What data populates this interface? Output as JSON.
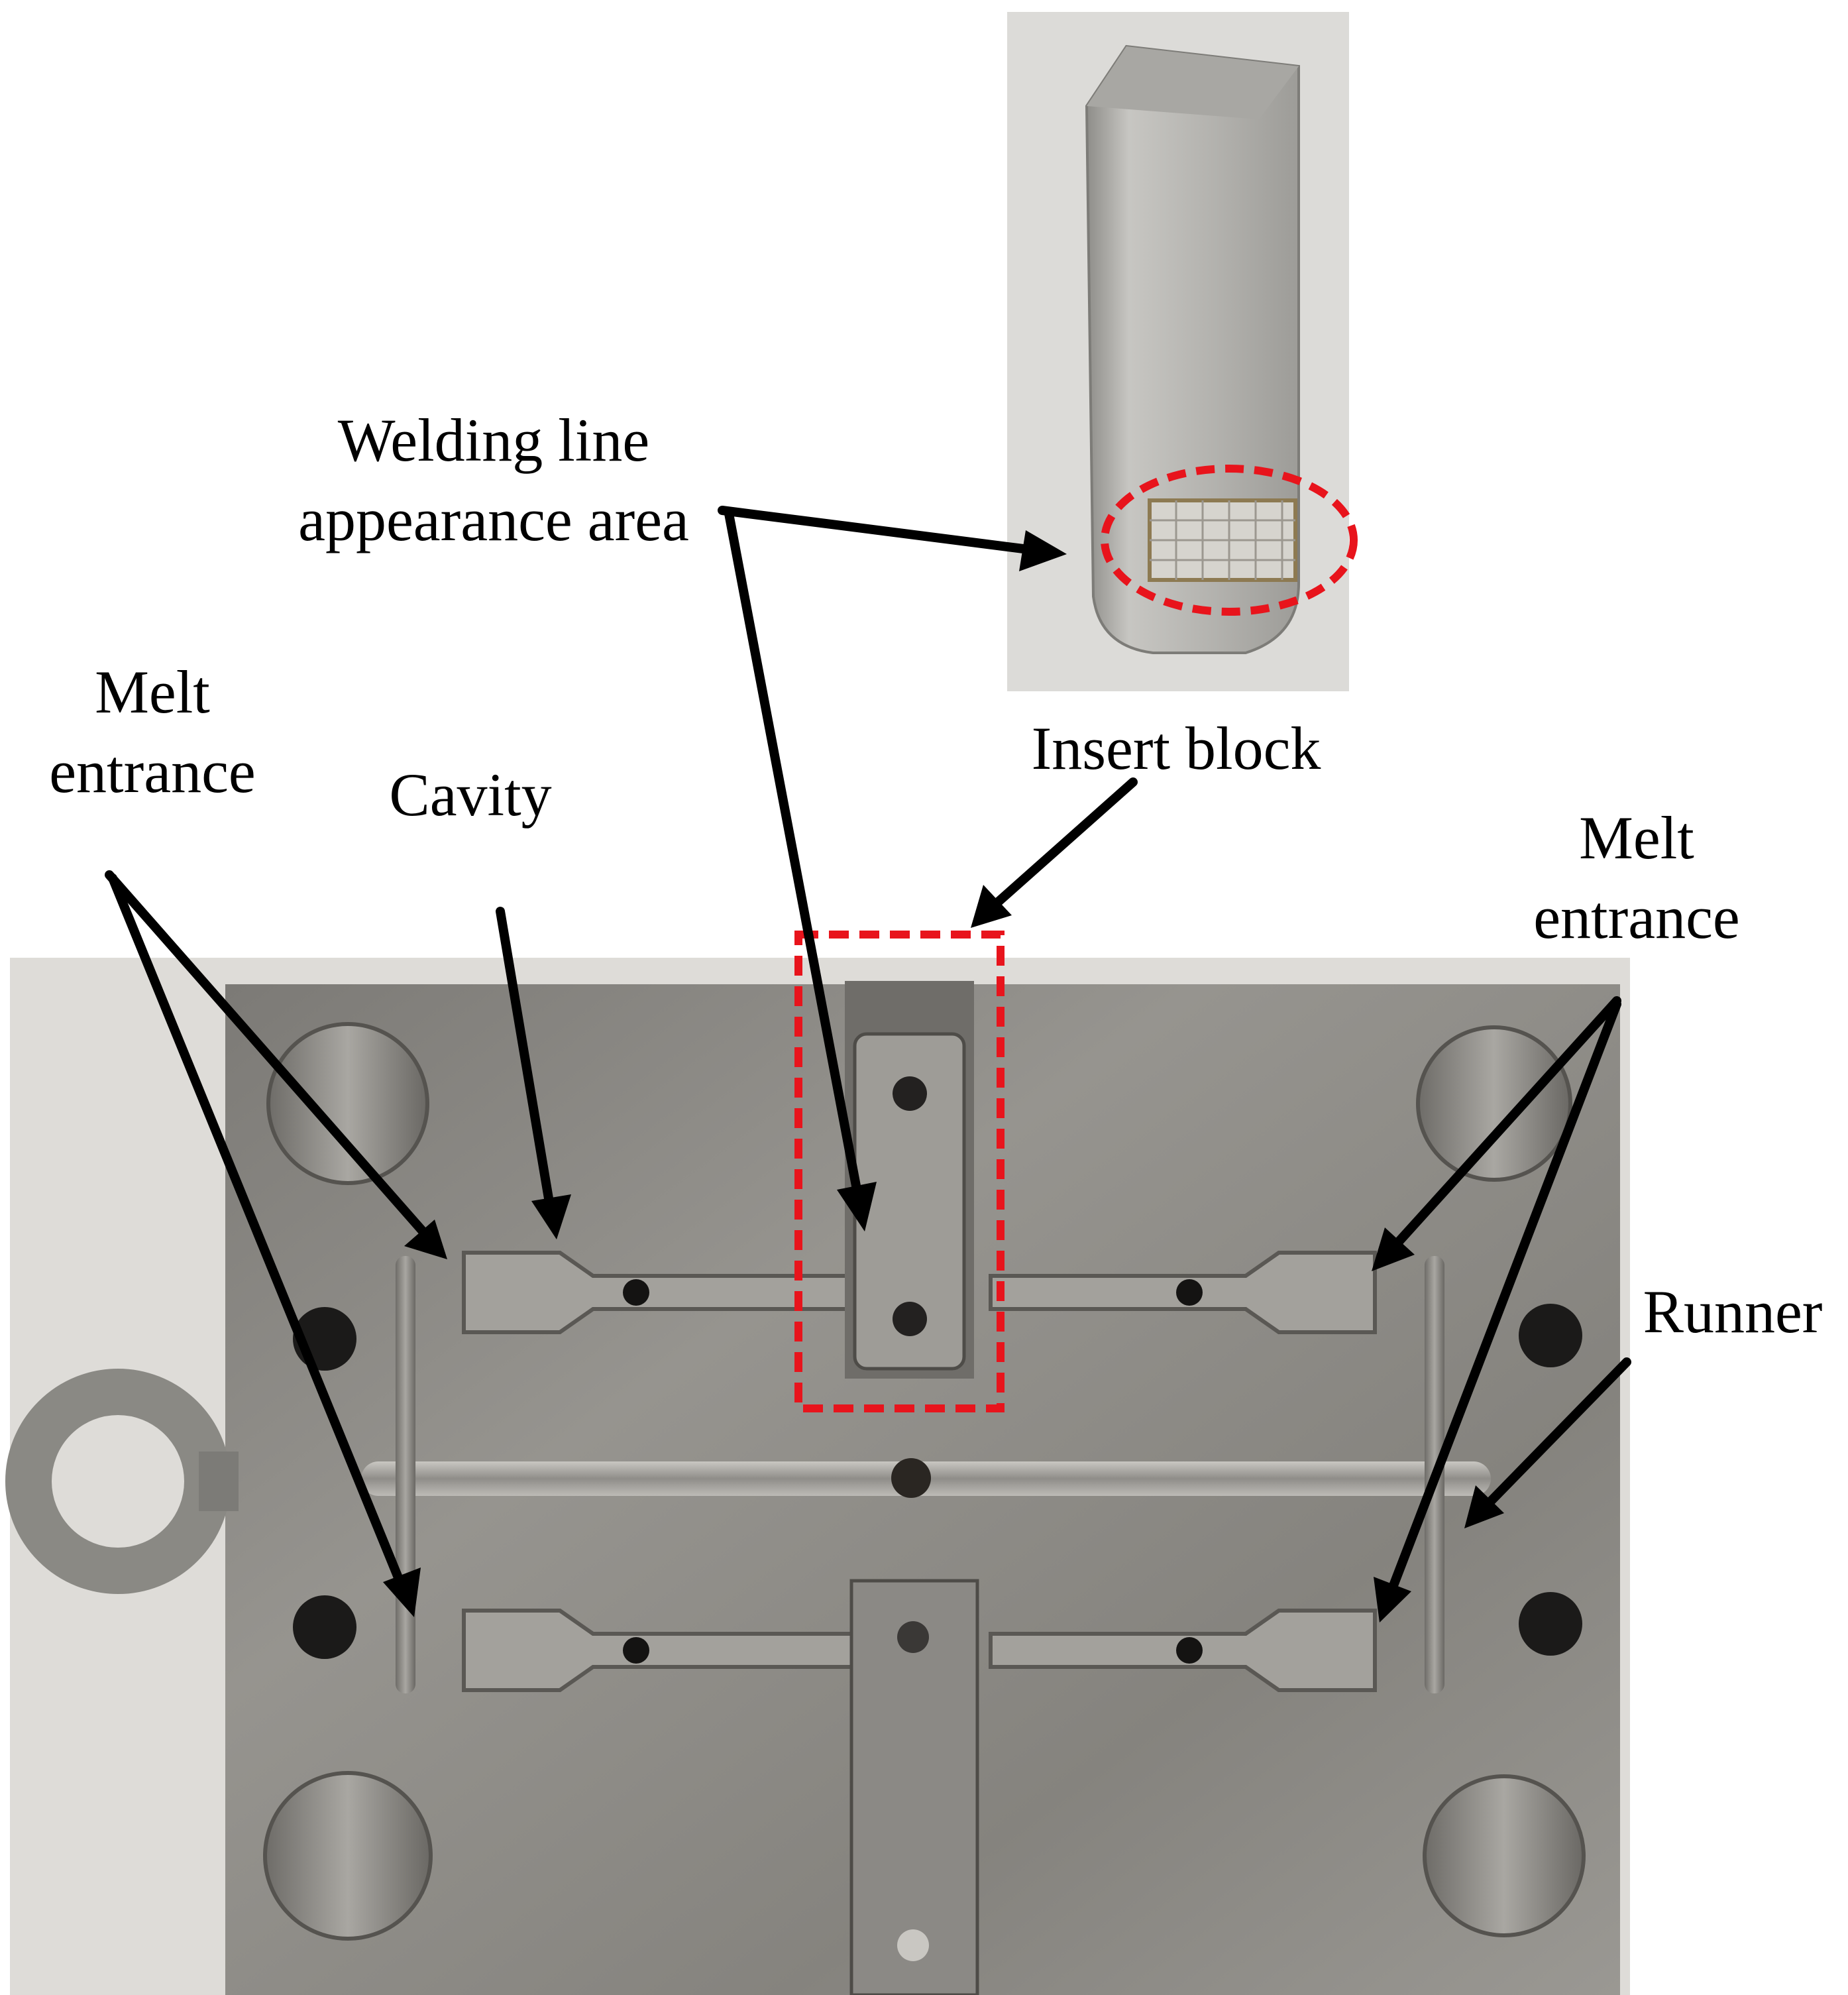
{
  "labels": {
    "welding_line_1": "Welding line",
    "welding_line_2": "appearance area",
    "insert_block": "Insert block",
    "melt_entrance_left_1": "Melt",
    "melt_entrance_left_2": "entrance",
    "cavity": "Cavity",
    "melt_entrance_right_1": "Melt",
    "melt_entrance_right_2": "entrance",
    "runner": "Runner"
  },
  "colors": {
    "arrow": "#000000",
    "highlight_dash": "#e8141c",
    "mold_steel": "#8c8a85",
    "insert_steel": "#b9b8b4"
  }
}
